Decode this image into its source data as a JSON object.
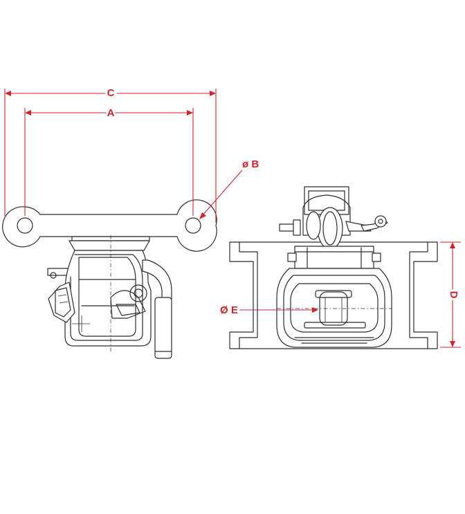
{
  "dimensions": {
    "a": "A",
    "b": "ø B",
    "c": "C",
    "d": "D",
    "e": "Ø E"
  },
  "colors": {
    "dimension": "#d1232a",
    "outline": "#2b2b2b"
  }
}
